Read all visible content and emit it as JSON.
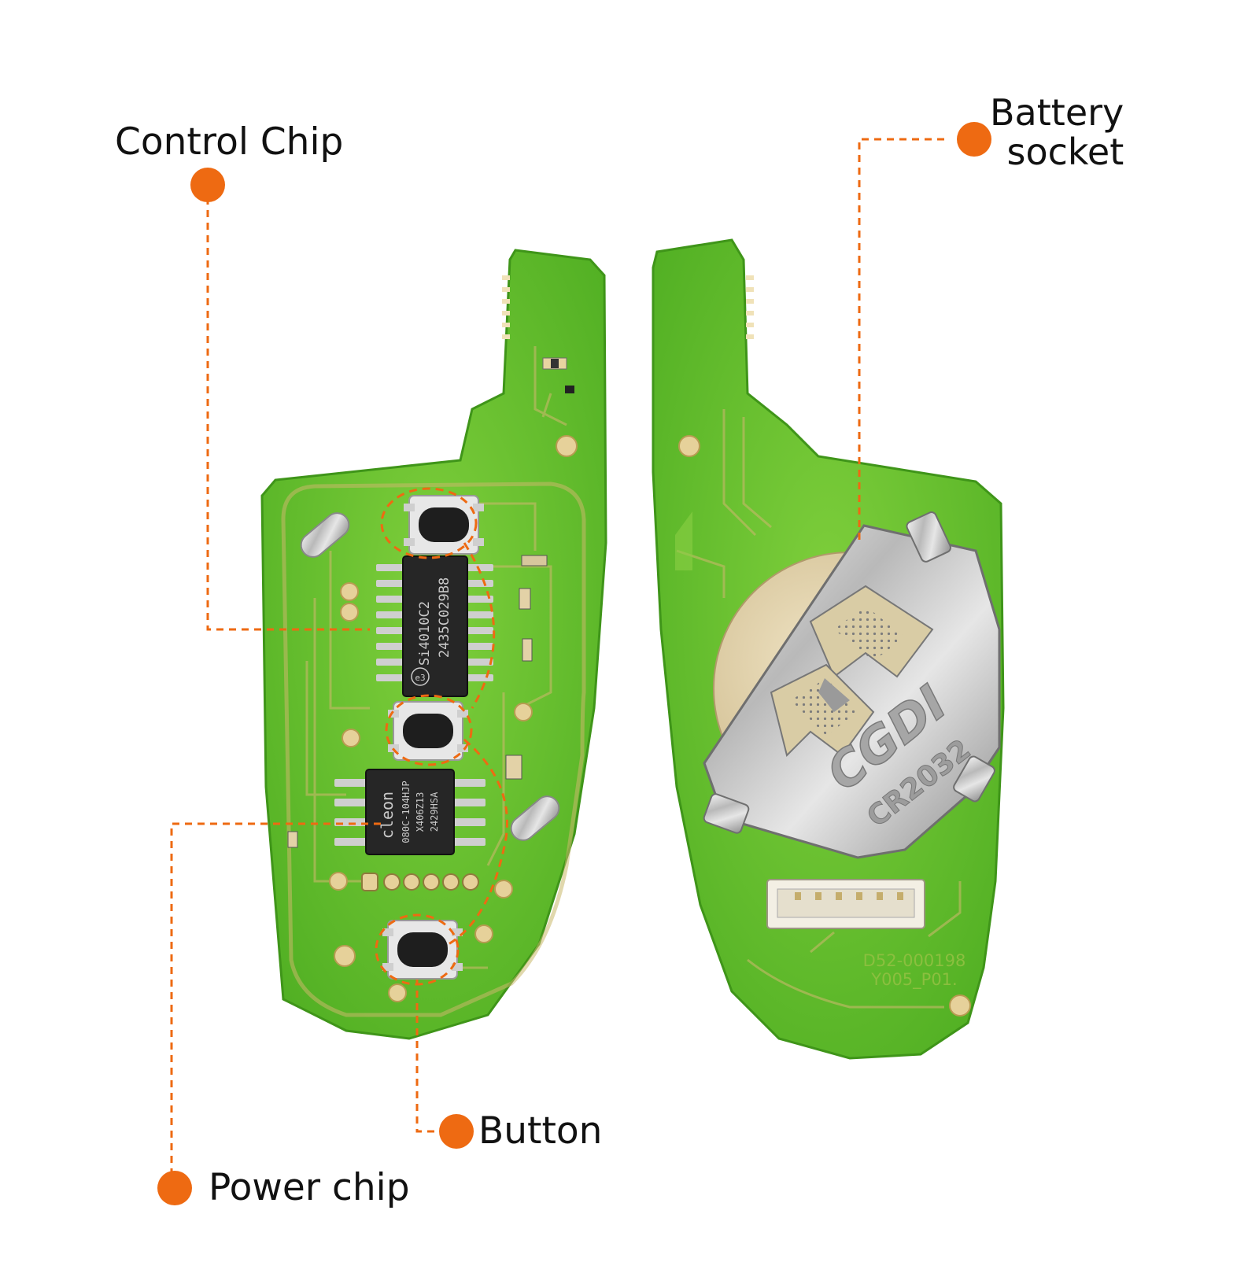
{
  "callouts": {
    "control_chip": "Control Chip",
    "battery_socket_line1": "Battery",
    "battery_socket_line2": "socket",
    "button": "Button",
    "power_chip": "Power chip"
  },
  "markings": {
    "control_chip_line1": "Si4010C2",
    "control_chip_line2": "2435C029B8",
    "control_chip_logo": "e3",
    "power_chip_line1": "cleon",
    "power_chip_line2": "080C-104HJP",
    "power_chip_line3": "X406Z13",
    "power_chip_line4": "2429HSA",
    "battery_brand": "CGDI",
    "battery_model": "CR2032",
    "board_code_line1": "D52-000198",
    "board_code_line2": "Y005_P01."
  },
  "colors": {
    "accent": "#ee6a12",
    "pcb_green": "#5fbf2c",
    "pcb_light": "#86d24a",
    "pad_gold": "#e8d4a0"
  }
}
